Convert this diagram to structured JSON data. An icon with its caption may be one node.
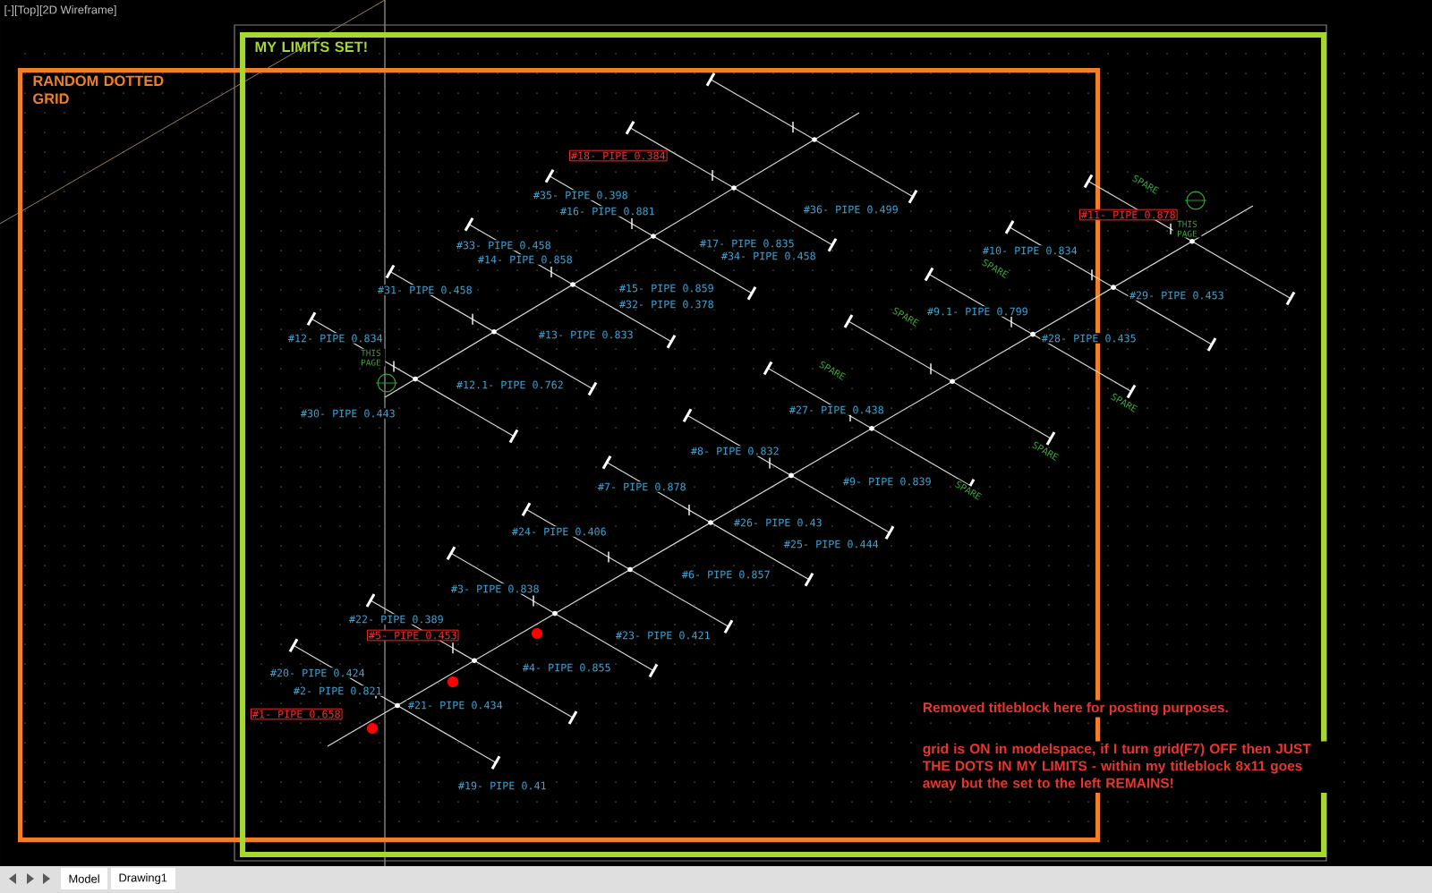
{
  "diagram": {
    "nodes": [
      {
        "text": [
          "RANDOM DOTTED GRID"
        ]
      },
      {
        "text": [
          "MY LIMITS SET!"
        ]
      }
    ],
    "labels": [
      "[-][Top][2D Wireframe]",
      "#18- PIPE 0.384",
      "#35- PIPE 0.398",
      "#36- PIPE 0.499",
      "#16- PIPE 0.881",
      "#11- PIPE 0.878",
      "THIS PAGE",
      "#17- PIPE 0.835",
      "#33- PIPE 0.458",
      "#10- PIPE 0.834",
      "#34- PIPE 0.458",
      "#14- PIPE 0.858",
      "#31- PIPE 0.458",
      "#15- PIPE 0.859",
      "#29- PIPE 0.453",
      "#32- PIPE 0.378",
      "#9.1- PIPE 0.799",
      "#13- PIPE 0.833",
      "#28- PIPE 0.435",
      "#12- PIPE 0.834",
      "THIS PAGE",
      "#12.1- PIPE 0.762",
      "#27- PIPE 0.438",
      "#30- PIPE 0.443",
      "#8- PIPE 0.832",
      "#9- PIPE 0.839",
      "#7- PIPE 0.878",
      "#26- PIPE 0.43",
      "#24- PIPE 0.406",
      "#25- PIPE 0.444",
      "#6- PIPE 0.857",
      "#3- PIPE 0.838",
      "#22- PIPE 0.389",
      "#5- PIPE 0.453",
      "#23- PIPE 0.421",
      "#4- PIPE 0.855",
      "#20- PIPE 0.424",
      "#2- PIPE 0.821",
      "#21- PIPE 0.434",
      "#1- PIPE 0.658",
      "#19- PIPE 0.41",
      "SPARE",
      "SPARE",
      "SPARE",
      "SPARE",
      "SPARE",
      "SPARE",
      "SPARE",
      "Removed titleblock here for posting purposes.",
      "grid is ON in modelspace, if I turn grid(F7) OFF then JUST THE DOTS IN MY LIMITS - within my titleblock 8x11 goes away but the set to the left REMAINS!",
      "Model",
      "Drawing1"
    ]
  }
}
